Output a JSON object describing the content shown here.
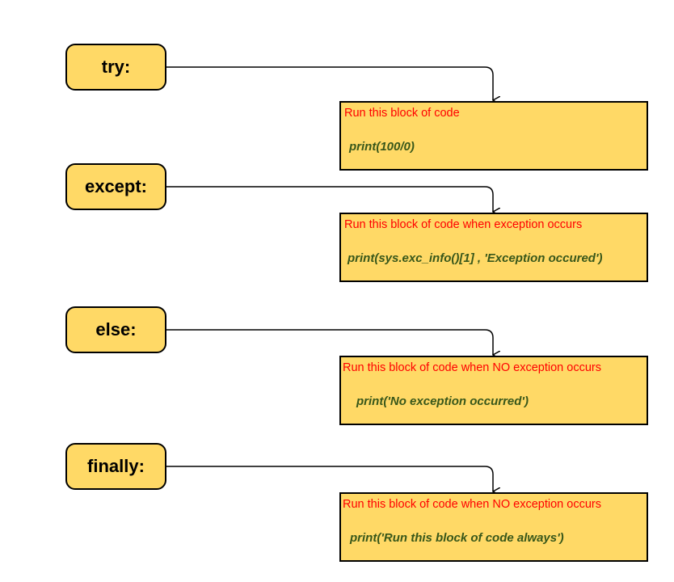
{
  "colors": {
    "box_fill": "#ffd966",
    "border": "#000000",
    "description_text": "#ff0000",
    "code_text": "#38571a"
  },
  "blocks": [
    {
      "keyword": "try:",
      "description": "Run this block of code",
      "code": "print(100/0)"
    },
    {
      "keyword": "except:",
      "description": "Run this block of code when exception occurs",
      "code": "print(sys.exc_info()[1] , 'Exception occured')"
    },
    {
      "keyword": "else:",
      "description": "Run this block of code when NO exception occurs",
      "code": "print('No exception occurred')"
    },
    {
      "keyword": "finally:",
      "description": "Run this block of code when NO exception occurs",
      "code": "print('Run this block of code always')"
    }
  ]
}
